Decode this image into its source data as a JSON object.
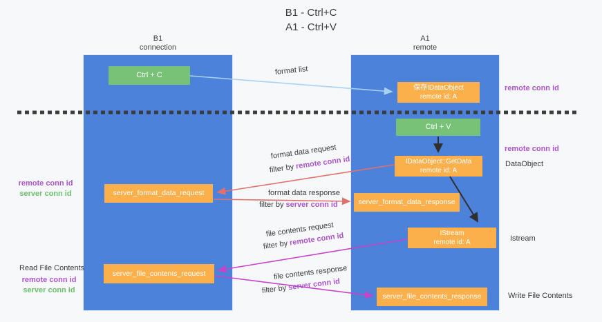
{
  "title": {
    "line1": "B1 - Ctrl+C",
    "line2": "A1 - Ctrl+V"
  },
  "lanes": {
    "b1": {
      "name": "B1",
      "role": "connection"
    },
    "a1": {
      "name": "A1",
      "role": "remote"
    }
  },
  "boxes": {
    "ctrl_c": "Ctrl + C",
    "ctrl_v": "Ctrl + V",
    "save_dataobject": {
      "line1": "保存IDataObject",
      "line2": "remote id: A"
    },
    "getdata": {
      "line1": "IDataObject::GetData",
      "line2": "remote id: A"
    },
    "istream": {
      "line1": "IStream",
      "line2": "remote id: A"
    },
    "server_format_data_request": "server_format_data_request",
    "server_format_data_response": "server_format_data_response",
    "server_file_contents_request": "server_file_contents_request",
    "server_file_contents_response": "server_file_contents_response"
  },
  "edge_labels": {
    "format_list": "format list",
    "format_data_request": "format data request",
    "format_data_response": "format data response",
    "file_contents_request": "file contents request",
    "file_contents_response": "file contents response",
    "filter_by": "filter by "
  },
  "side_labels": {
    "remote_conn_id": "remote conn id",
    "server_conn_id": "server conn id",
    "dataobject": "DataObject",
    "istream": "Istream",
    "read_file_contents": "Read File Contents",
    "write_file_contents": "Write File Contents"
  },
  "colors": {
    "lane_blue": "#4d82da",
    "box_green": "#77c277",
    "box_orange": "#fbb04b",
    "purple_text": "#ab54cb",
    "green_text": "#6cbf6c",
    "arrow_light_blue": "#a8d2f0",
    "arrow_salmon": "#e0716c",
    "arrow_magenta": "#c743c7",
    "arrow_black": "#2f2f2f",
    "dashed_line": "#3b3b3b"
  }
}
